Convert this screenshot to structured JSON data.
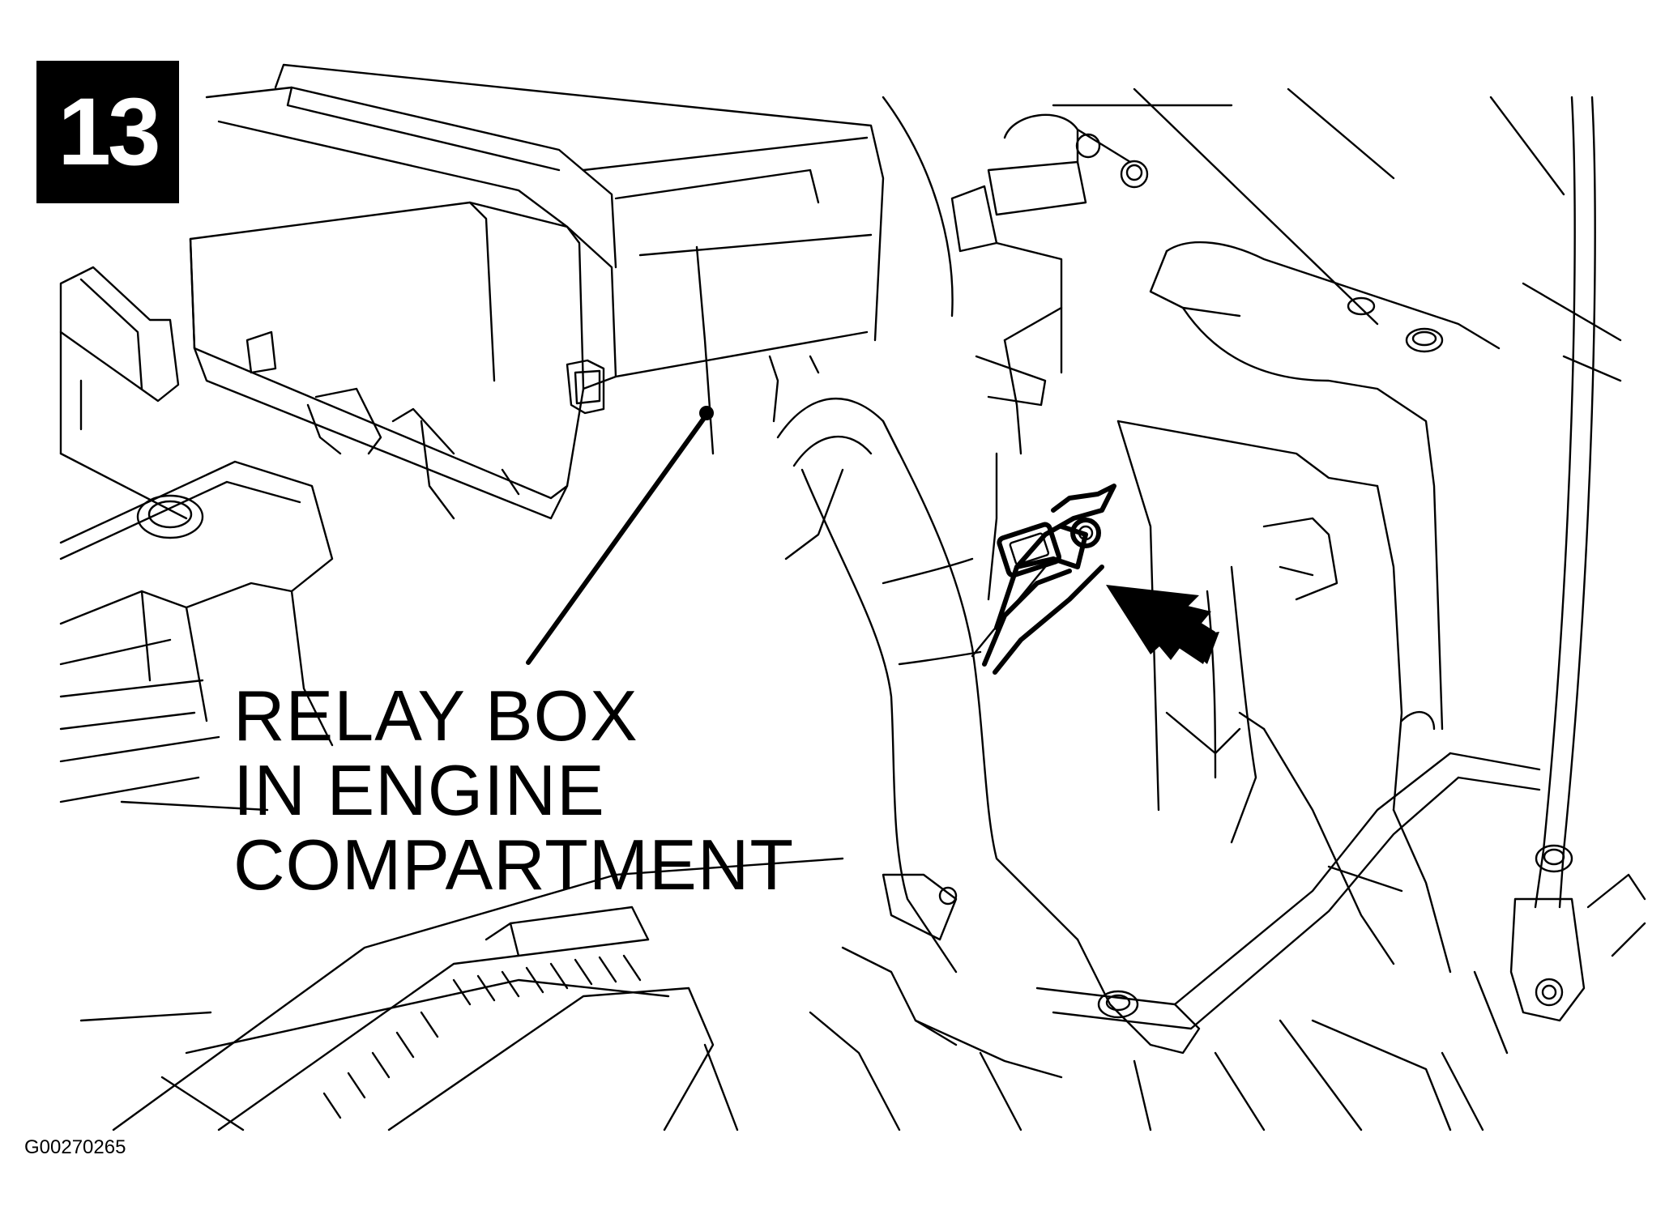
{
  "step": {
    "number": "13"
  },
  "callout": {
    "lines": [
      "RELAY BOX",
      "IN ENGINE",
      "COMPARTMENT"
    ]
  },
  "figure": {
    "id": "G00270265"
  },
  "colors": {
    "ink": "#000000",
    "paper": "#ffffff"
  }
}
